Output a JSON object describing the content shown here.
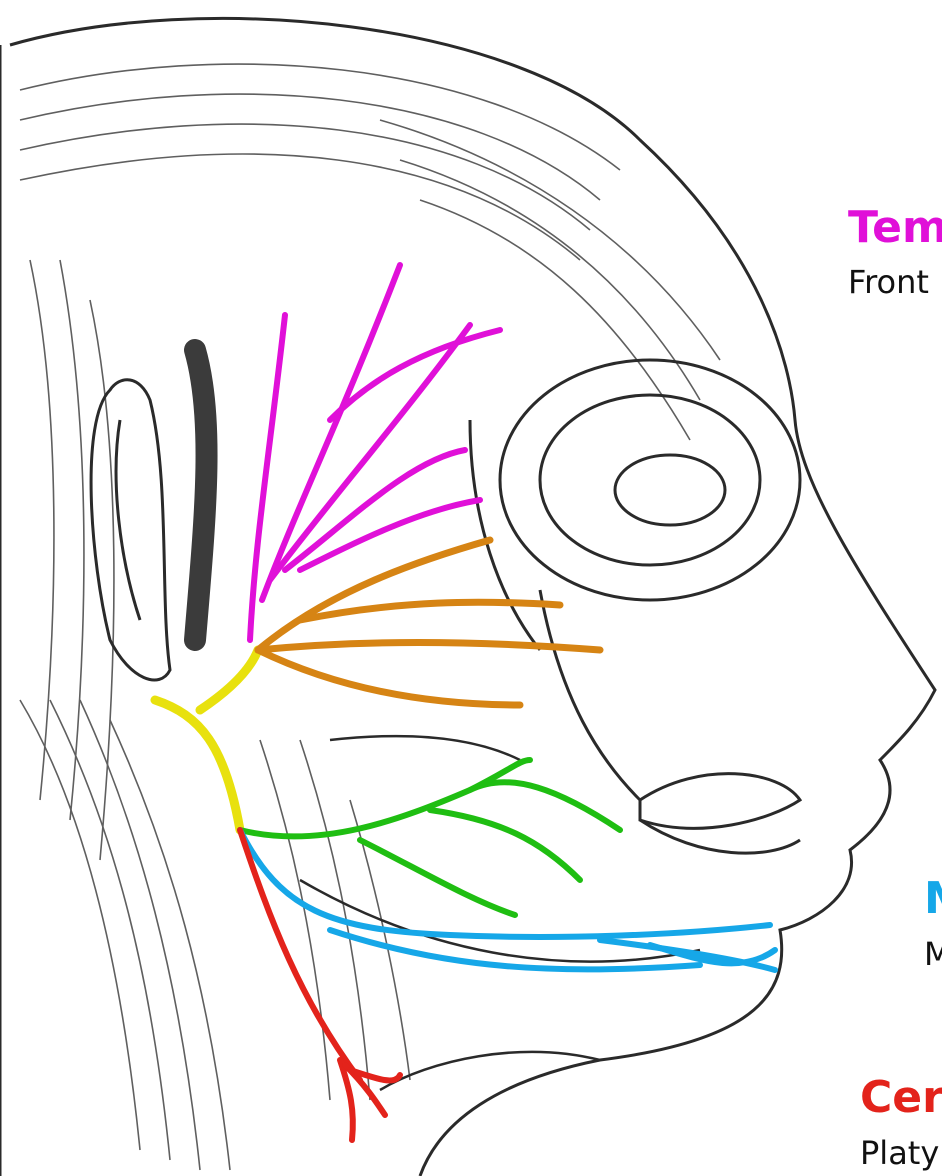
{
  "colors": {
    "temporal": "#e010d8",
    "zygomatic": "#d68414",
    "buccal": "#1fbe12",
    "mandibular": "#16a7e8",
    "cervical": "#e3231b",
    "trunk": "#e8e10e",
    "sketch": "#2a2a2a"
  },
  "labels": {
    "temporal": {
      "title": "Tem",
      "sub": "Front"
    },
    "mandibular": {
      "title": "M",
      "sub": "M"
    },
    "cervical": {
      "title": "Cer",
      "sub": "Platy"
    }
  },
  "icons": [
    "head-anatomy-illustration"
  ]
}
